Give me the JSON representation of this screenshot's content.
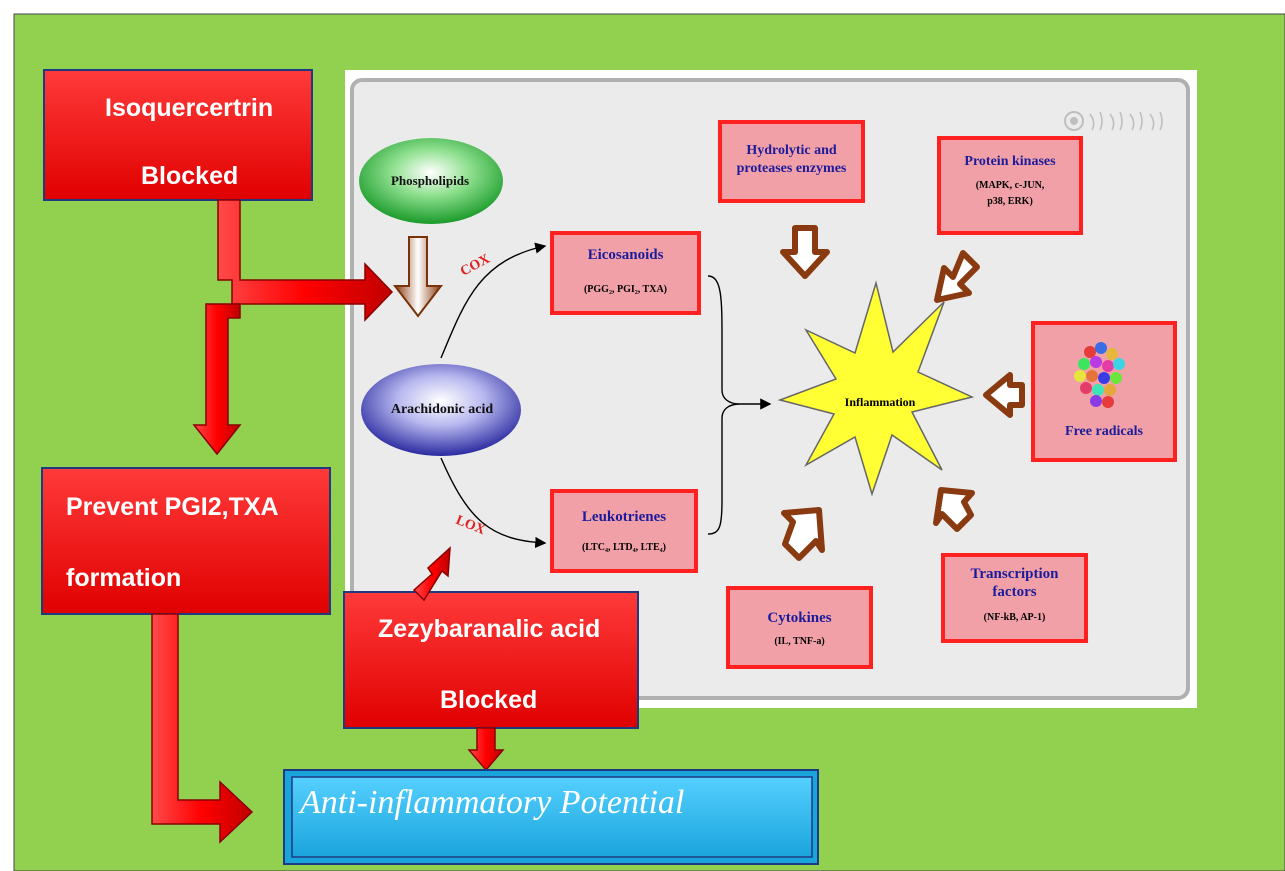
{
  "colors": {
    "background": "#92d050",
    "red": "#ff0000",
    "panel": "#ebebeb",
    "pink": "#f2a0a8",
    "star": "#ffff33",
    "cyan": "#2db6e8"
  },
  "left": {
    "isoquercertrin": {
      "line1": "Isoquercertrin",
      "line2": "Blocked"
    },
    "prevent": {
      "line1": "Prevent PGI2,TXA",
      "line2": "formation"
    },
    "zezy": {
      "line1": "Zezybaranalic acid",
      "line2": "Blocked"
    },
    "potential": "Anti-inflammatory Potential"
  },
  "panel": {
    "phospholipids": "Phospholipids",
    "arachidonic": "Arachidonic acid",
    "cox": "COX",
    "lox": "LOX",
    "eicosanoids": {
      "title": "Eicosanoids",
      "sub": "(PGG₂, PGI₂, TXA)"
    },
    "leukotrienes": {
      "title": "Leukotrienes",
      "sub": "(LTC₄, LTD₄, LTE₄)"
    },
    "hydrolytic": {
      "line1": "Hydrolytic and",
      "line2": "proteases enzymes"
    },
    "protein_kinases": {
      "title": "Protein kinases",
      "sub1": "(MAPK, c-JUN,",
      "sub2": "p38, ERK)"
    },
    "inflammation": "Inflammation",
    "free_radicals": "Free radicals",
    "cytokines": {
      "title": "Cytokines",
      "sub": "(IL, TNF-a)"
    },
    "transcription": {
      "line1": "Transcription",
      "line2": "factors",
      "sub": "(NF-kB, AP-1)"
    }
  },
  "icons": [
    "watermark-seal",
    "molecule-cluster-icon"
  ]
}
